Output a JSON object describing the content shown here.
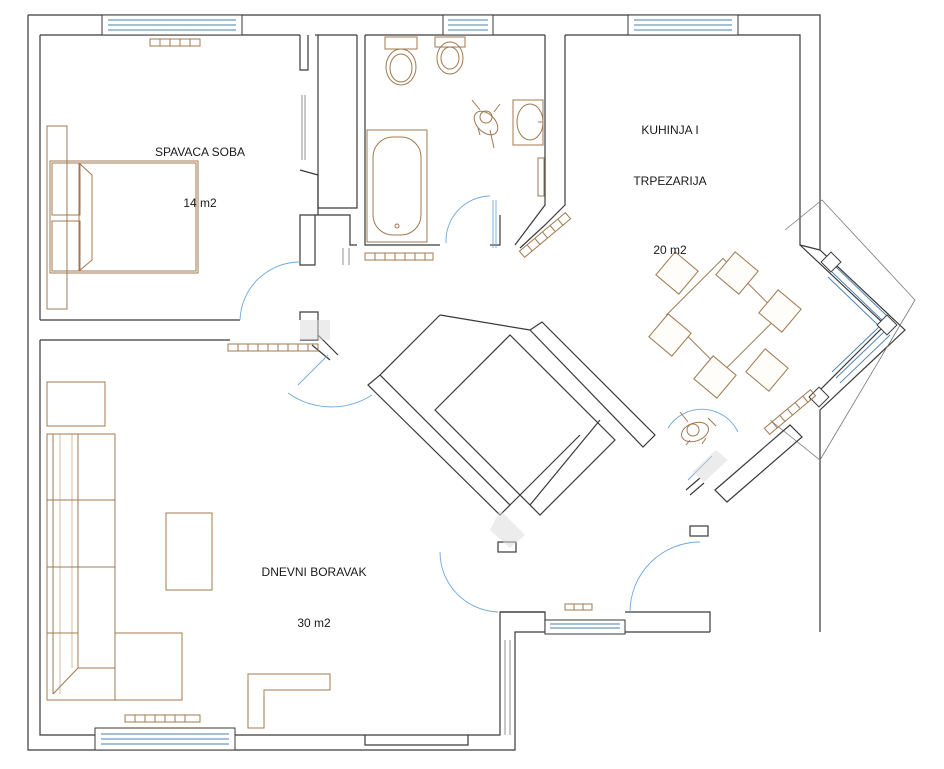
{
  "rooms": {
    "bedroom": {
      "name": "SPAVACA SOBA",
      "area": "14 m2"
    },
    "kitchen": {
      "name_line1": "KUHINJA I",
      "name_line2": "TRPEZARIJA",
      "area": "20 m2"
    },
    "living": {
      "name": "DNEVNI BORAVAK",
      "area": "30 m2"
    }
  },
  "colors": {
    "walls": "#3a3a3a",
    "furniture": "#a0784f",
    "windows": "#4a7fb0",
    "doors": "#6fa8dc"
  }
}
